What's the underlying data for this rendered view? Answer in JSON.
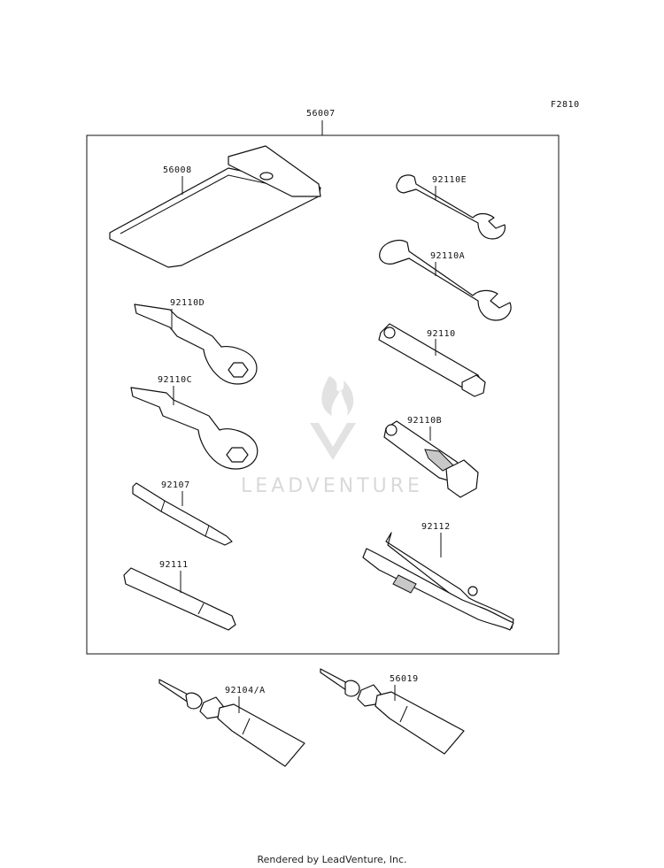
{
  "figure_code": "F2810",
  "kit_label": "56007",
  "watermark": "LEADVENTURE",
  "footer": "Rendered by LeadVenture, Inc.",
  "parts": {
    "p56008": "56008",
    "p92110E": "92110E",
    "p92110A": "92110A",
    "p92110D": "92110D",
    "p92110": "92110",
    "p92110C": "92110C",
    "p92110B": "92110B",
    "p92107": "92107",
    "p92112": "92112",
    "p92111": "92111",
    "p92104A": "92104/A",
    "p56019": "56019"
  }
}
